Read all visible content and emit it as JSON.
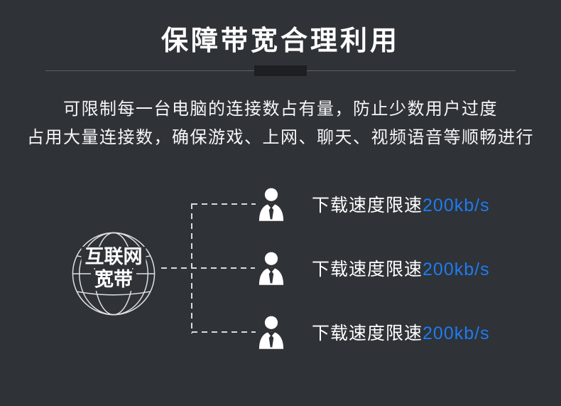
{
  "header": {
    "title": "保障带宽合理利用",
    "description_lines": [
      "可限制每一台电脑的连接数占有量，防止少数用户过度",
      "占用大量连接数，确保游戏、上网、聊天、视频语音等顺畅进行"
    ]
  },
  "diagram": {
    "source": {
      "label_line1": "互联网",
      "label_line2": "宽带"
    },
    "users": [
      {
        "label": "下载速度限速",
        "value": "200kb/s"
      },
      {
        "label": "下载速度限速",
        "value": "200kb/s"
      },
      {
        "label": "下载速度限速",
        "value": "200kb/s"
      }
    ]
  },
  "colors": {
    "background": "#2f3237",
    "divider_block": "#1d1f23",
    "text_white": "#ffffff",
    "speed_value_blue": "#1e7cf0",
    "dashed_line": "#d9dbde"
  }
}
